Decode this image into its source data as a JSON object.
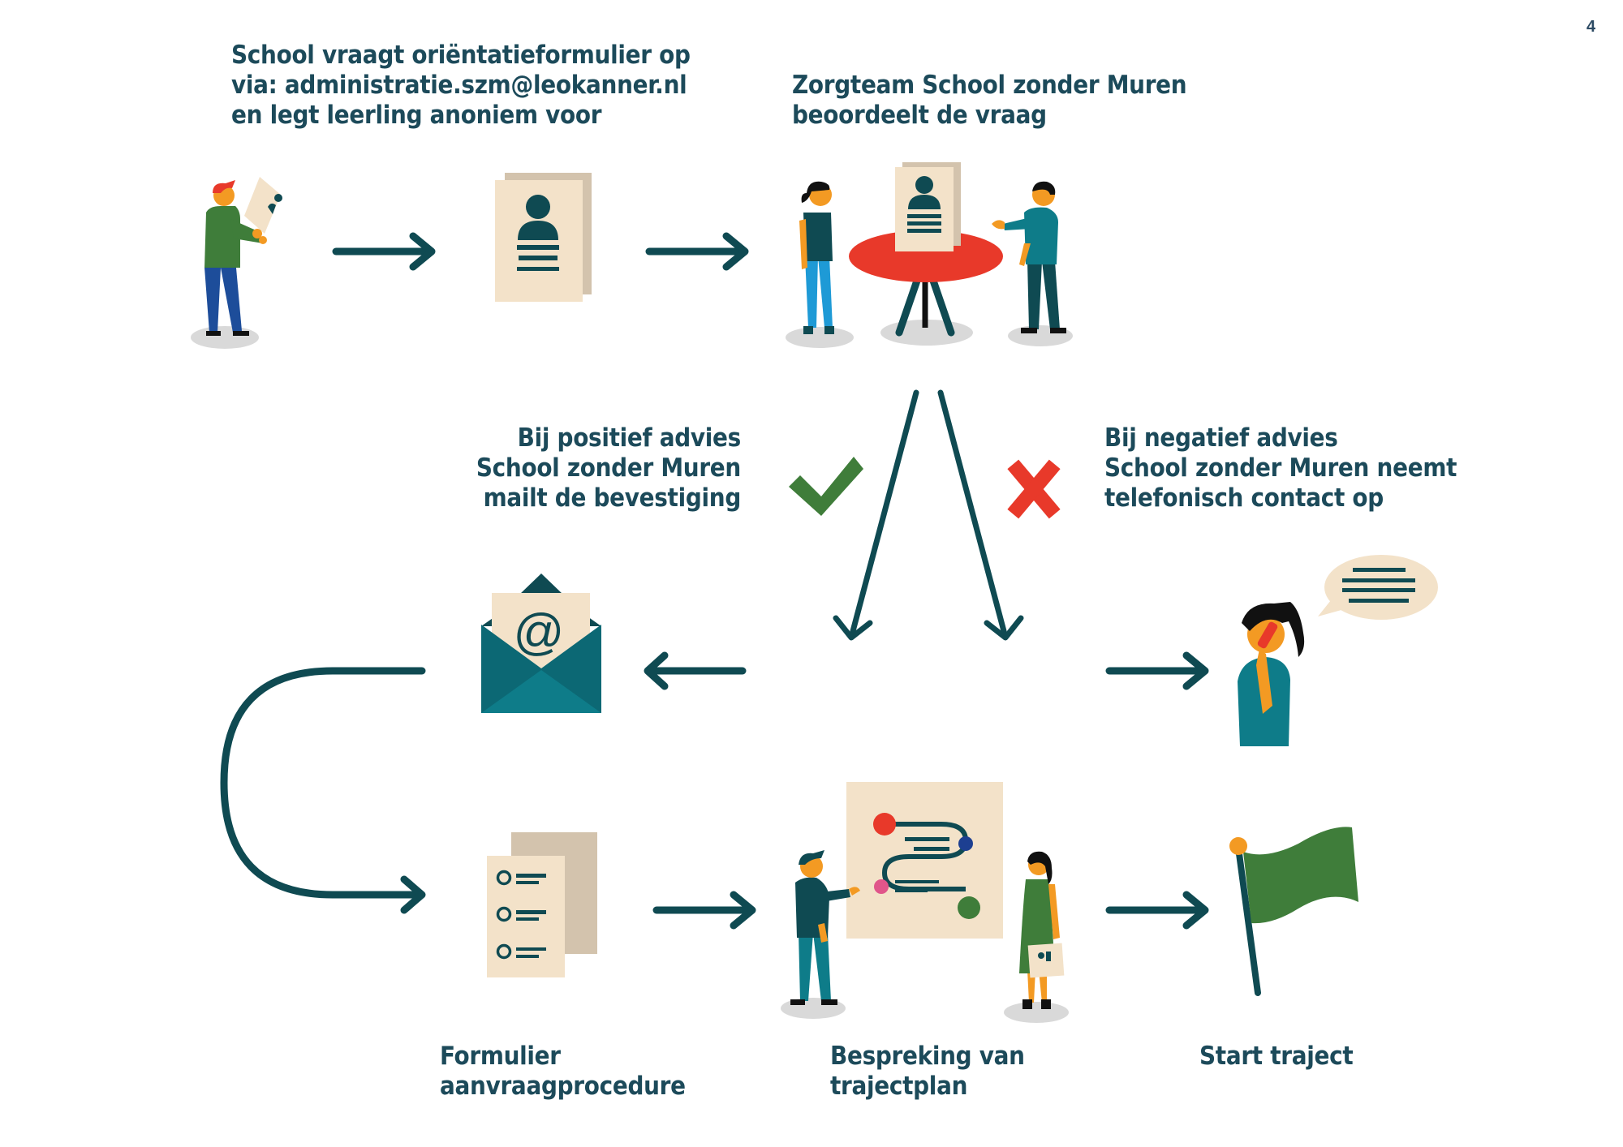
{
  "page_number": "4",
  "colors": {
    "text": "#1c4a5a",
    "arrow": "#0f4a52",
    "paper": "#f3e2c9",
    "paper_back": "#d3c3ad",
    "teal": "#0e7c89",
    "teal_dark": "#0c6874",
    "table_red": "#e8392a",
    "check_green": "#3f7d3a",
    "cross_red": "#e8392a",
    "skin": "#f39a23",
    "shadow": "#d9d9d9"
  },
  "steps": {
    "request": {
      "lines": [
        "School vraagt oriëntatieformulier op",
        "via: administratie.szm@leokanner.nl",
        "en legt leerling anoniem voor"
      ]
    },
    "assessment": {
      "lines": [
        "Zorgteam School zonder Muren",
        "beoordeelt de vraag"
      ]
    },
    "positive": {
      "lines": [
        "Bij positief advies",
        "School zonder Muren",
        "mailt de bevestiging"
      ]
    },
    "negative": {
      "lines": [
        "Bij negatief advies",
        "School zonder Muren neemt",
        "telefonisch contact op"
      ]
    },
    "form": {
      "lines": [
        "Formulier",
        "aanvraagprocedure"
      ]
    },
    "plan": {
      "lines": [
        "Bespreking van",
        "trajectplan"
      ]
    },
    "start": {
      "lines": [
        "Start traject"
      ]
    }
  },
  "icons": {
    "person_holding_form": "person-holding-document",
    "profile_document": "profile-document",
    "meeting_table": "team-meeting-at-table",
    "checkmark": "checkmark",
    "cross": "cross-mark",
    "envelope": "email-envelope-at",
    "phone_call": "woman-on-phone-speech-bubble",
    "form_document": "checklist-form",
    "trajectory_board": "trajectory-plan-board",
    "flag": "green-flag"
  }
}
